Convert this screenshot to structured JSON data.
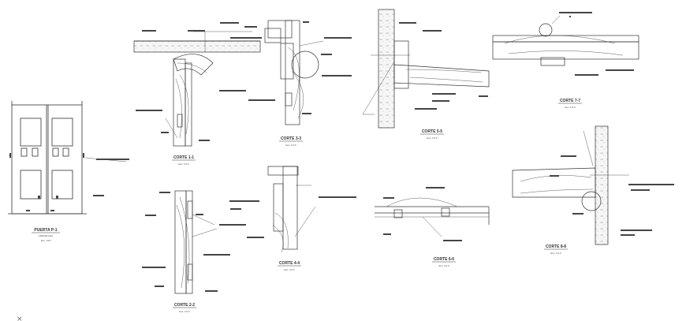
{
  "drawings": [
    {
      "id": "puerta-p1",
      "title": "PUERTA P-1",
      "subtitle": "APAINELADA",
      "scale": "Esc. 1/25"
    },
    {
      "id": "corte-1-1",
      "title": "CORTE 1-1",
      "subtitle": "",
      "scale": "Esc. 1/2.5"
    },
    {
      "id": "corte-2-2",
      "title": "CORTE 2-2",
      "subtitle": "",
      "scale": "Esc. 1/2.5"
    },
    {
      "id": "corte-3-3",
      "title": "CORTE 3-3",
      "subtitle": "",
      "scale": "Esc. 1/2.5"
    },
    {
      "id": "corte-4-4",
      "title": "CORTE 4-4",
      "subtitle": "",
      "scale": "Esc. 1/2.5"
    },
    {
      "id": "corte-5-5",
      "title": "CORTE 5-5",
      "subtitle": "",
      "scale": "Esc. 1/2.5"
    },
    {
      "id": "corte-6-6",
      "title": "CORTE 6-6",
      "subtitle": "",
      "scale": "Esc. 1/2.5"
    },
    {
      "id": "corte-7-7",
      "title": "CORTE 7-7",
      "subtitle": "",
      "scale": "Esc. 1/2.5"
    },
    {
      "id": "corte-8-8",
      "title": "CORTE 8-8",
      "subtitle": "",
      "scale": "Esc. 1/2.5"
    }
  ],
  "marker": "×",
  "colors": {
    "line": "#333333",
    "hatch": "#777777",
    "label_bar": "#444444",
    "background": "#ffffff"
  }
}
